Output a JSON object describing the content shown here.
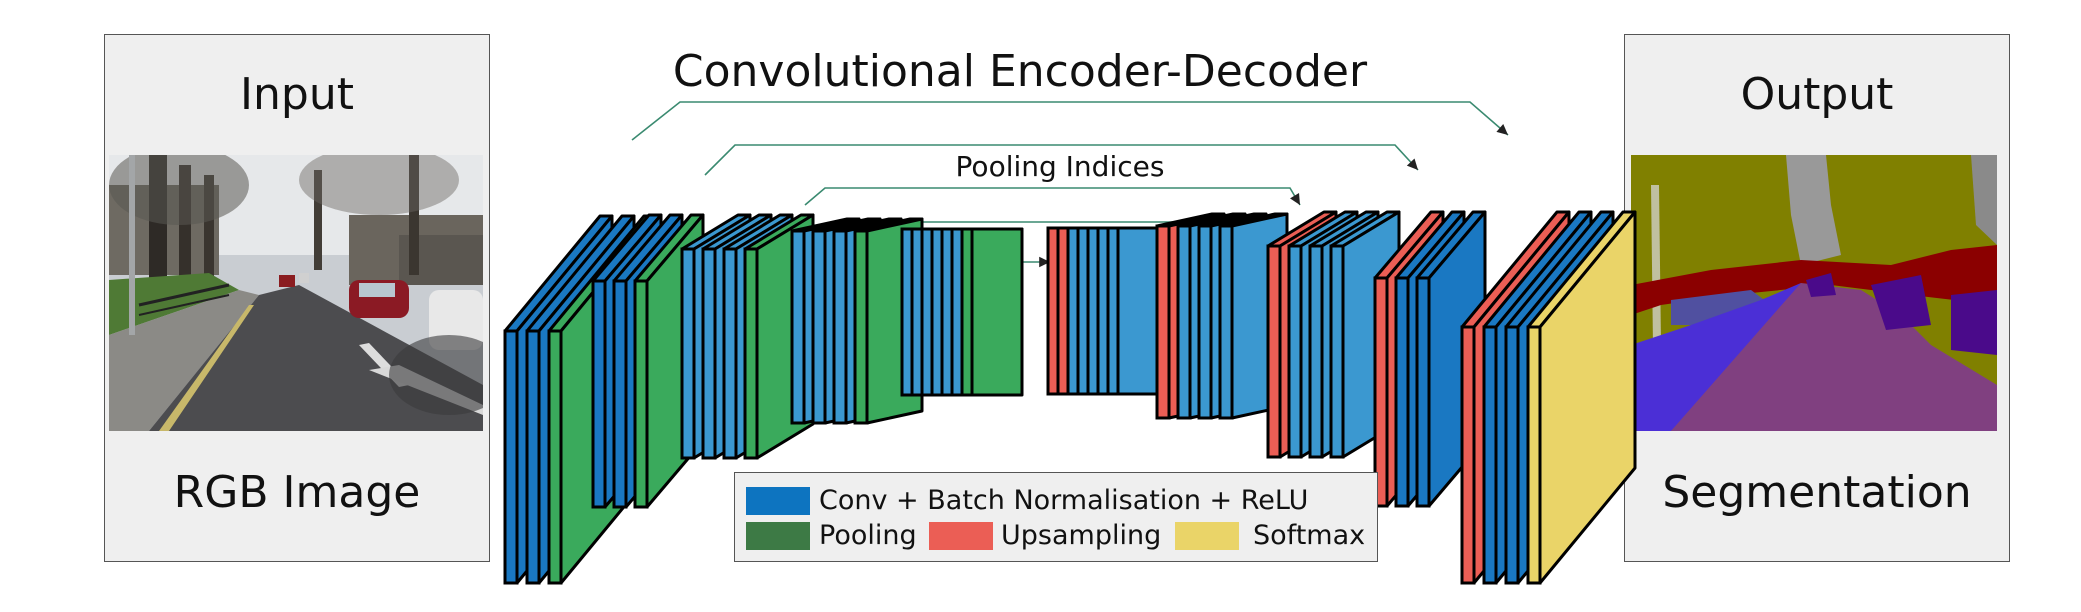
{
  "title": "Convolutional Encoder-Decoder",
  "pooling_indices_label": "Pooling Indices",
  "input_panel": {
    "title": "Input",
    "caption": "RGB Image"
  },
  "output_panel": {
    "title": "Output",
    "caption": "Segmentation"
  },
  "legend": {
    "conv": "Conv + Batch Normalisation + ReLU",
    "pooling": "Pooling",
    "upsampling": "Upsampling",
    "softmax": "Softmax"
  },
  "colors": {
    "conv": "#1a78c2",
    "conv_dark": "#0d74c0",
    "conv_light": "#3b98d0",
    "pooling": "#3aaa5c",
    "pooling_legend": "#3d7a45",
    "upsampling": "#eb5e55",
    "softmax": "#ead468",
    "skip_line": "#3a8a70"
  },
  "encoder_stages": [
    {
      "blocks": [
        "conv",
        "conv",
        "pooling"
      ]
    },
    {
      "blocks": [
        "conv",
        "conv",
        "pooling"
      ]
    },
    {
      "blocks": [
        "conv",
        "conv",
        "conv",
        "pooling"
      ]
    },
    {
      "blocks": [
        "conv",
        "conv",
        "conv",
        "pooling"
      ]
    },
    {
      "blocks": [
        "conv",
        "conv",
        "conv",
        "pooling"
      ]
    }
  ],
  "decoder_stages": [
    {
      "blocks": [
        "upsampling",
        "conv",
        "conv",
        "conv"
      ]
    },
    {
      "blocks": [
        "upsampling",
        "conv",
        "conv",
        "conv"
      ]
    },
    {
      "blocks": [
        "upsampling",
        "conv",
        "conv",
        "conv"
      ]
    },
    {
      "blocks": [
        "upsampling",
        "conv",
        "conv"
      ]
    },
    {
      "blocks": [
        "upsampling",
        "conv",
        "conv",
        "softmax"
      ]
    }
  ]
}
